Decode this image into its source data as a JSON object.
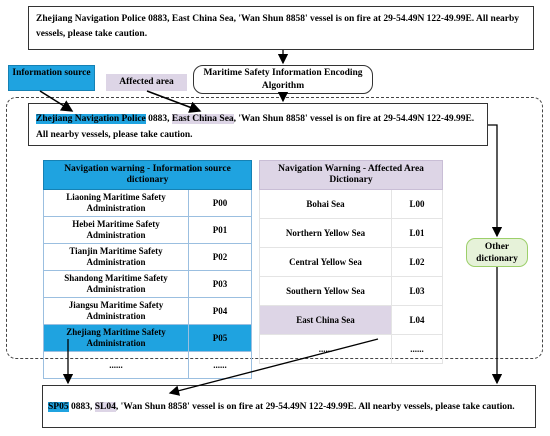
{
  "top_message": "Zhejiang Navigation Police 0883, East China Sea, 'Wan Shun 8858' vessel is on fire at 29-54.49N 122-49.99E. All nearby vessels, please take caution.",
  "algorithm_label": "Maritime Safety Information Encoding Algorithm",
  "info_source_tag": "Information source",
  "affected_area_tag": "Affected area",
  "mid_message": {
    "source": "Zhejiang Navigation Police",
    "part1": " 0883, ",
    "area": "East China Sea",
    "rest": ", 'Wan Shun 8858' vessel is on fire at 29-54.49N 122-49.99E. All nearby vessels, please take caution."
  },
  "source_dict": {
    "header": "Navigation warning - Information source dictionary",
    "rows": [
      {
        "name": "Liaoning Maritime Safety Administration",
        "code": "P00"
      },
      {
        "name": "Hebei Maritime Safety Administration",
        "code": "P01"
      },
      {
        "name": "Tianjin Maritime Safety Administration",
        "code": "P02"
      },
      {
        "name": "Shandong Maritime Safety Administration",
        "code": "P03"
      },
      {
        "name": "Jiangsu Maritime Safety Administration",
        "code": "P04"
      },
      {
        "name": "Zhejiang Maritime Safety Administration",
        "code": "P05"
      },
      {
        "name": "......",
        "code": "......"
      }
    ]
  },
  "area_dict": {
    "header": "Navigation Warning - Affected Area Dictionary",
    "rows": [
      {
        "name": "Bohai Sea",
        "code": "L00"
      },
      {
        "name": "Northern Yellow Sea",
        "code": "L01"
      },
      {
        "name": "Central Yellow Sea",
        "code": "L02"
      },
      {
        "name": "Southern Yellow Sea",
        "code": "L03"
      },
      {
        "name": "East China Sea",
        "code": "L04"
      },
      {
        "name": "......",
        "code": "......"
      }
    ]
  },
  "other_dictionary": "Other dictionary",
  "bottom_message": {
    "src_code": "SP05",
    "part1": " 0883, ",
    "area_code": "SL04",
    "rest": ",  'Wan Shun 8858' vessel is on fire at 29-54.49N 122-49.99E. All nearby vessels, please take caution."
  },
  "colors": {
    "source_highlight": "#1fa3e0",
    "area_highlight": "#ddd5e6",
    "other_fill": "#e6f2d9"
  }
}
